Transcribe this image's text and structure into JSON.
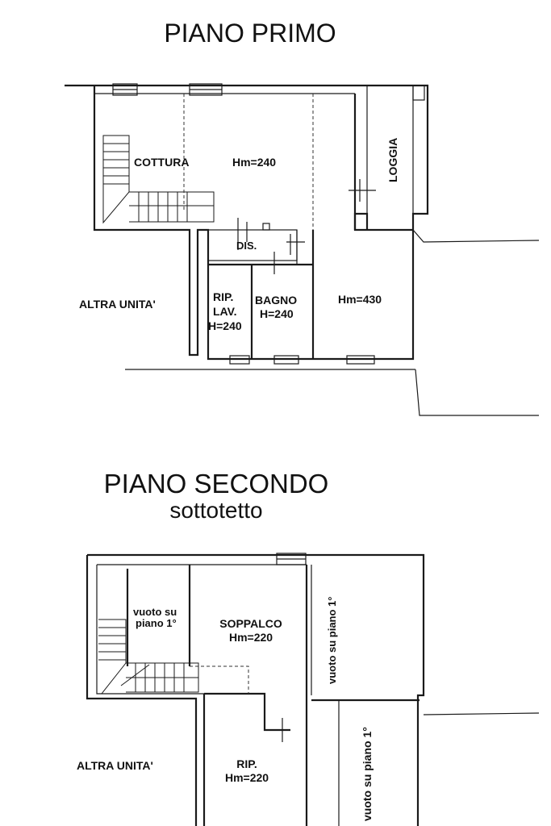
{
  "first_floor": {
    "title": "PIANO PRIMO",
    "rooms": {
      "cottura": "COTTURA",
      "living_height": "Hm=240",
      "loggia": "LOGGIA",
      "dis": "DIS.",
      "rip_lav_1": "RIP.",
      "rip_lav_2": "LAV.",
      "rip_lav_3": "H=240",
      "bagno_1": "BAGNO",
      "bagno_2": "H=240",
      "bedroom_height": "Hm=430",
      "altra_unita": "ALTRA UNITA'"
    }
  },
  "second_floor": {
    "title": "PIANO SECONDO",
    "subtitle": "sottotetto",
    "rooms": {
      "vuoto_1a": "vuoto su",
      "vuoto_1b": "piano 1°",
      "soppalco": "SOPPALCO",
      "soppalco_height": "Hm=220",
      "vuoto_right_upper": "vuoto su piano 1°",
      "vuoto_right_lower": "vuoto su piano 1°",
      "rip": "RIP.",
      "rip_height": "Hm=220",
      "altra_unita": "ALTRA UNITA'"
    }
  }
}
